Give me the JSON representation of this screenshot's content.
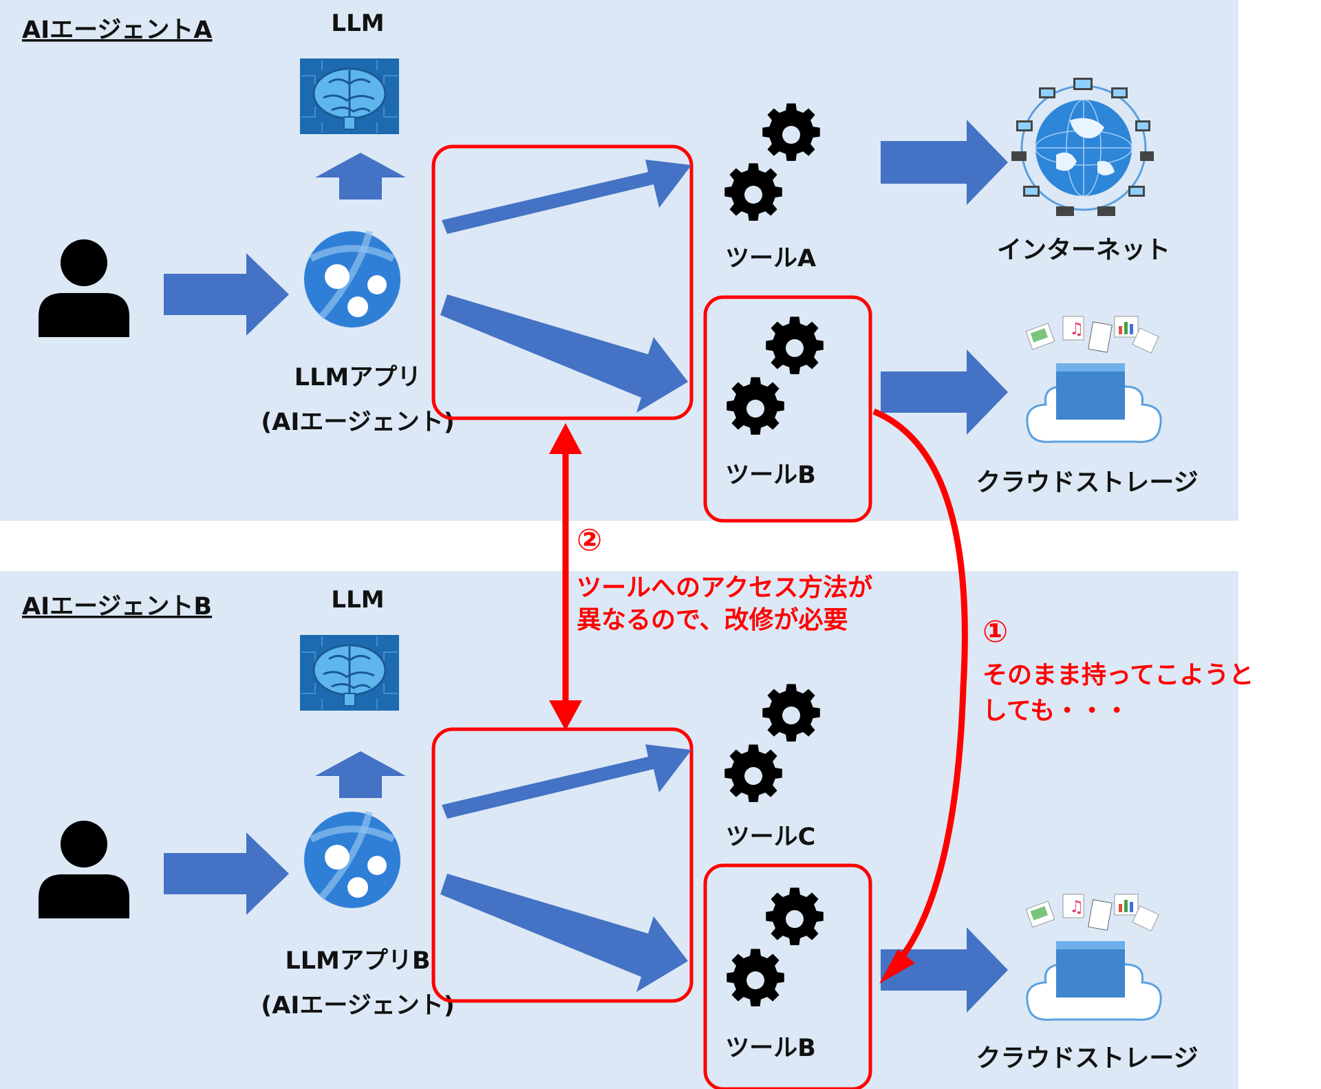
{
  "colors": {
    "panel_bg": "#dce8f5",
    "arrow_blue": "#4472c4",
    "highlight_red": "#ff0000",
    "text": "#111111"
  },
  "agent_a": {
    "title": "AIエージェントA",
    "llm_label": "LLM",
    "app_label_line1": "LLMアプリ",
    "app_label_line2": "(AIエージェント)",
    "tool_a_label": "ツールA",
    "tool_b_label": "ツールB",
    "internet_label": "インターネット",
    "storage_label": "クラウドストレージ"
  },
  "agent_b": {
    "title": "AIエージェントB",
    "llm_label": "LLM",
    "app_label_line1": "LLMアプリB",
    "app_label_line2": "(AIエージェント)",
    "tool_c_label": "ツールC",
    "tool_b_label": "ツールB",
    "storage_label": "クラウドストレージ"
  },
  "notes": {
    "note1_number": "①",
    "note1_line1": "そのまま持ってこようと",
    "note1_line2": "しても・・・",
    "note2_number": "②",
    "note2_line1": "ツールへのアクセス方法が",
    "note2_line2": "異なるので、改修が必要"
  },
  "icons": [
    "person-icon",
    "brain-chip-icon",
    "web-app-icon",
    "gear-icon",
    "globe-network-icon",
    "cloud-storage-icon"
  ]
}
